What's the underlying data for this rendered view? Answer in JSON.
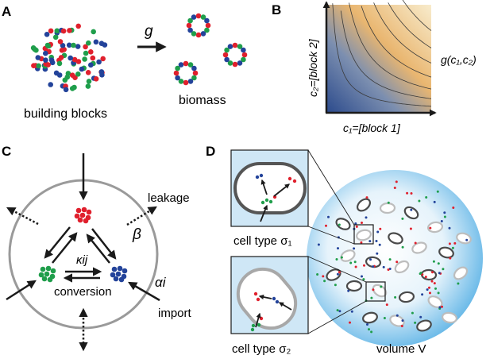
{
  "panels": {
    "a": {
      "letter": "A",
      "arrow_label": "g",
      "left_caption": "building blocks",
      "right_caption": "biomass"
    },
    "b": {
      "letter": "B",
      "y_axis_label": "c₂=[block 2]",
      "x_axis_label": "c₁=[block 1]",
      "function_label": "g(c₁,c₂)"
    },
    "c": {
      "letter": "C",
      "leakage_label": "leakage",
      "beta_label": "β",
      "kappa_label": "κij",
      "alpha_label": "αi",
      "conversion_label": "conversion",
      "import_label": "import"
    },
    "d": {
      "letter": "D",
      "cell_type_1": "cell type σ₁",
      "cell_type_2": "cell type σ₂",
      "volume_label": "volume V"
    }
  },
  "colors": {
    "red": "#e0202d",
    "green": "#1f9e4b",
    "blue": "#23439a",
    "black": "#1a1a1a",
    "gray": "#9a9a9a",
    "volume_edge": "#5cb3e6",
    "contour_low": "#2e4f8e",
    "contour_high": "#f7e6b6"
  }
}
